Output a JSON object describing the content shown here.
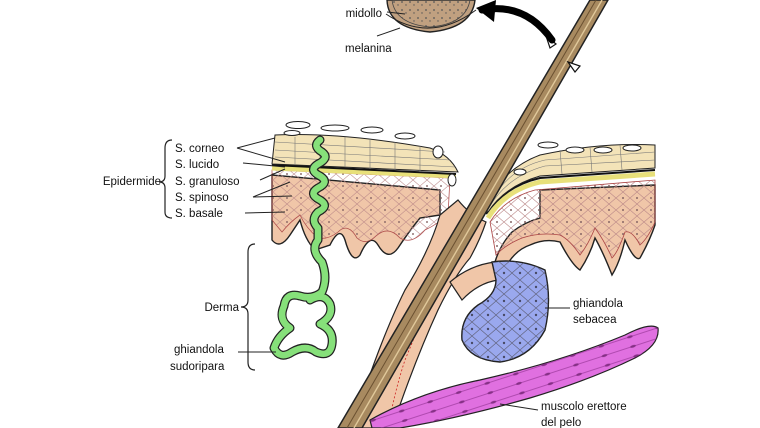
{
  "labels": {
    "midollo": "midollo",
    "melanina": "melanina",
    "s_corneo": "S. corneo",
    "s_lucido": "S. lucido",
    "epidermide": "Epidermide",
    "s_granuloso": "S. granuloso",
    "s_spinoso": "S. spinoso",
    "s_basale": "S. basale",
    "derma": "Derma",
    "ghiandola_sudoripara_1": "ghiandola",
    "ghiandola_sudoripara_2": "sudoripara",
    "ghiandola_sebacea_1": "ghiandola",
    "ghiandola_sebacea_2": "sebacea",
    "muscolo_1": "muscolo erettore",
    "muscolo_2": "del pelo"
  },
  "colors": {
    "skin_pink": "#f0c6a8",
    "corneum": "#f3e3b8",
    "granular_yellow": "#e8e07a",
    "sweat_gland_green": "#86e07a",
    "sebaceous_blue": "#9aa8ee",
    "muscle_magenta": "#e070e0",
    "hair_brown": "#a88a60",
    "hair_cross_section": "#c0a080",
    "outline": "#222222"
  }
}
